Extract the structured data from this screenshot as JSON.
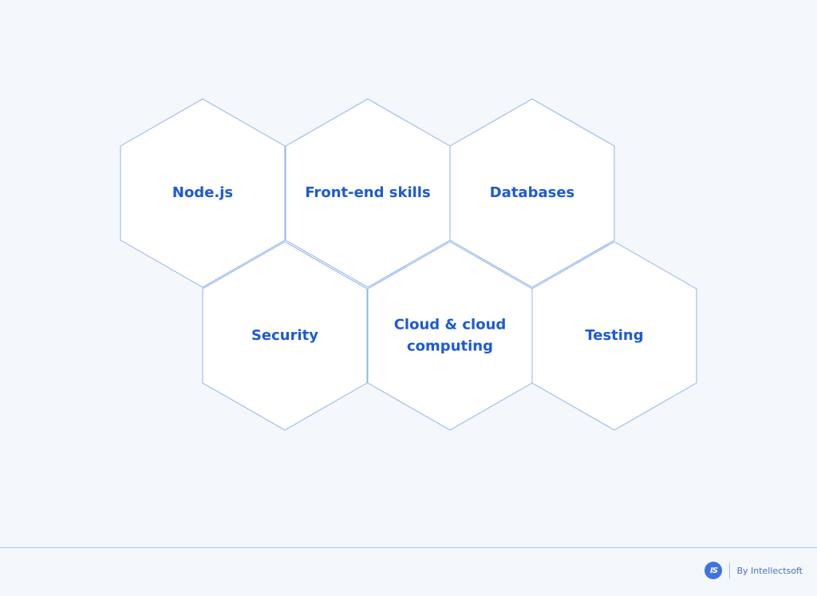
{
  "hexagons": [
    {
      "lines": [
        "Node.js"
      ]
    },
    {
      "lines": [
        "Front-end skills"
      ]
    },
    {
      "lines": [
        "Databases"
      ]
    },
    {
      "lines": [
        "Security"
      ]
    },
    {
      "lines": [
        "Cloud & cloud",
        "computing"
      ]
    },
    {
      "lines": [
        "Testing"
      ]
    }
  ],
  "footer": {
    "logo": "IS",
    "brand": "By Intellectsoft"
  },
  "colors": {
    "background": "#f4f8fc",
    "hex_fill": "#ffffff",
    "hex_stroke": "#8fb3ec",
    "label": "#1c5ad6",
    "brand_logo": "#3f73e0",
    "brand_text": "#4a6fbf"
  }
}
